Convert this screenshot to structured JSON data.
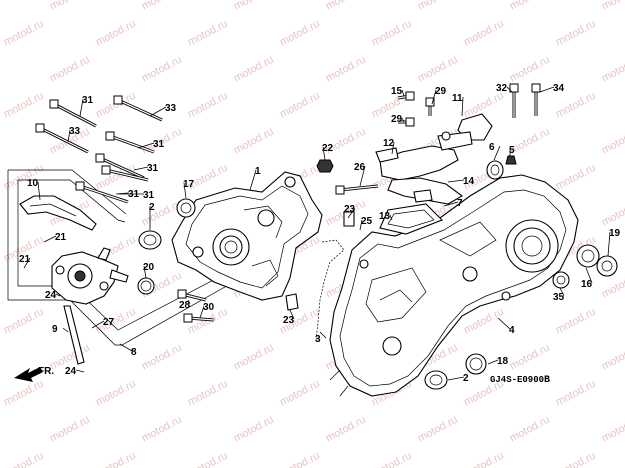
{
  "watermark": {
    "text": "motod.ru"
  },
  "diagram_code": "GJ4S-E0900",
  "diagram_code_suffix": "B",
  "direction_label": "FR.",
  "part_labels": [
    "1",
    "2",
    "3",
    "4",
    "5",
    "6",
    "7",
    "8",
    "9",
    "10",
    "11",
    "12",
    "13",
    "14",
    "15",
    "16",
    "17",
    "18",
    "19",
    "20",
    "21",
    "22",
    "23",
    "24",
    "25",
    "26",
    "27",
    "28",
    "29",
    "30",
    "31",
    "32",
    "33",
    "34",
    "35"
  ],
  "callouts": [
    {
      "label": "31"
    },
    {
      "label": "33"
    },
    {
      "label": "33"
    },
    {
      "label": "31"
    },
    {
      "label": "31"
    },
    {
      "label": "31"
    },
    {
      "label": "31"
    },
    {
      "label": "10"
    },
    {
      "label": "21"
    },
    {
      "label": "21"
    },
    {
      "label": "2"
    },
    {
      "label": "17"
    },
    {
      "label": "1"
    },
    {
      "label": "20"
    },
    {
      "label": "24"
    },
    {
      "label": "28"
    },
    {
      "label": "30"
    },
    {
      "label": "23"
    },
    {
      "label": "9"
    },
    {
      "label": "27"
    },
    {
      "label": "8"
    },
    {
      "label": "24"
    },
    {
      "label": "22"
    },
    {
      "label": "26"
    },
    {
      "label": "23"
    },
    {
      "label": "25"
    },
    {
      "label": "3"
    },
    {
      "label": "15"
    },
    {
      "label": "29"
    },
    {
      "label": "29"
    },
    {
      "label": "11"
    },
    {
      "label": "12"
    },
    {
      "label": "14"
    },
    {
      "label": "13"
    },
    {
      "label": "7"
    },
    {
      "label": "32"
    },
    {
      "label": "34"
    },
    {
      "label": "6"
    },
    {
      "label": "5"
    },
    {
      "label": "19"
    },
    {
      "label": "16"
    },
    {
      "label": "35"
    },
    {
      "label": "4"
    },
    {
      "label": "18"
    },
    {
      "label": "2"
    }
  ]
}
